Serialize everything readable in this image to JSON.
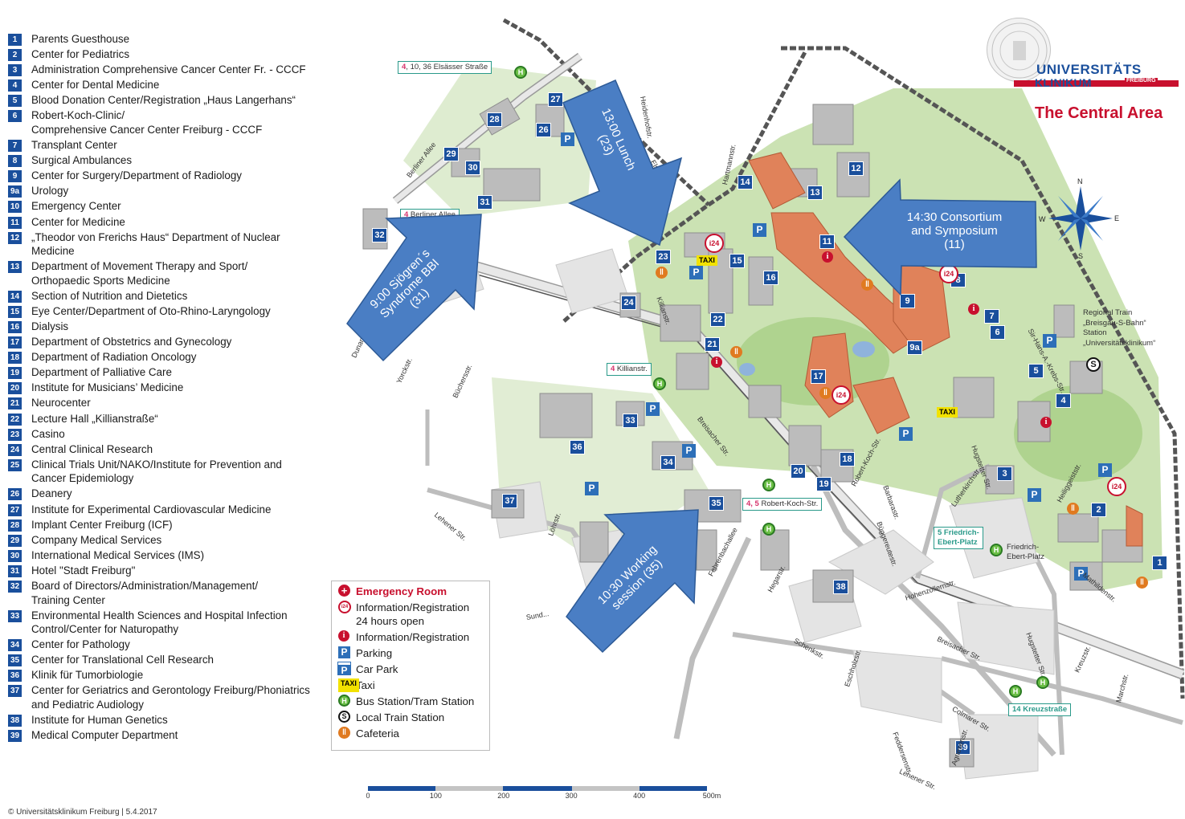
{
  "legend": [
    {
      "num": "1",
      "label": "Parents Guesthouse"
    },
    {
      "num": "2",
      "label": "Center for Pediatrics"
    },
    {
      "num": "3",
      "label": "Administration Comprehensive Cancer Center Fr. - CCCF"
    },
    {
      "num": "4",
      "label": "Center for Dental Medicine"
    },
    {
      "num": "5",
      "label": "Blood Donation Center/Registration „Haus Langerhans“"
    },
    {
      "num": "6",
      "label": "Robert-Koch-Clinic/",
      "label2": "Comprehensive Cancer Center Freiburg - CCCF"
    },
    {
      "num": "7",
      "label": "Transplant Center"
    },
    {
      "num": "8",
      "label": "Surgical Ambulances"
    },
    {
      "num": "9",
      "label": "Center for Surgery/Department of Radiology"
    },
    {
      "num": "9a",
      "label": "Urology"
    },
    {
      "num": "10",
      "label": "Emergency Center"
    },
    {
      "num": "11",
      "label": "Center for Medicine"
    },
    {
      "num": "12",
      "label": "„Theodor von Frerichs Haus“ Department of Nuclear",
      "label2": "Medicine"
    },
    {
      "num": "13",
      "label": "Department of Movement Therapy and Sport/",
      "label2": "Orthopaedic Sports Medicine"
    },
    {
      "num": "14",
      "label": "Section of Nutrition and Dietetics"
    },
    {
      "num": "15",
      "label": "Eye Center/Department of Oto-Rhino-Laryngology"
    },
    {
      "num": "16",
      "label": "Dialysis"
    },
    {
      "num": "17",
      "label": "Department of Obstetrics and Gynecology"
    },
    {
      "num": "18",
      "label": "Department of Radiation Oncology"
    },
    {
      "num": "19",
      "label": "Department of Palliative Care"
    },
    {
      "num": "20",
      "label": "Institute for Musicians’ Medicine"
    },
    {
      "num": "21",
      "label": "Neurocenter"
    },
    {
      "num": "22",
      "label": "Lecture Hall „Killianstraße“"
    },
    {
      "num": "23",
      "label": "Casino"
    },
    {
      "num": "24",
      "label": "Central Clinical Research"
    },
    {
      "num": "25",
      "label": "Clinical Trials Unit/NAKO/Institute for Prevention and",
      "label2": "Cancer Epidemiology"
    },
    {
      "num": "26",
      "label": "Deanery"
    },
    {
      "num": "27",
      "label": "Institute for Experimental Cardiovascular Medicine"
    },
    {
      "num": "28",
      "label": "Implant Center Freiburg (ICF)"
    },
    {
      "num": "29",
      "label": "Company Medical Services"
    },
    {
      "num": "30",
      "label": "International Medical Services (IMS)"
    },
    {
      "num": "31",
      "label": "Hotel \"Stadt Freiburg\""
    },
    {
      "num": "32",
      "label": "Board of Directors/Administration/Management/",
      "label2": "Training Center"
    },
    {
      "num": "33",
      "label": "Environmental Health Sciences and Hospital Infection",
      "label2": "Control/Center for Naturopathy"
    },
    {
      "num": "34",
      "label": "Center for Pathology"
    },
    {
      "num": "35",
      "label": "Center for Translational Cell Research"
    },
    {
      "num": "36",
      "label": "Klinik für Tumorbiologie"
    },
    {
      "num": "37",
      "label": "Center for Geriatrics and Gerontology Freiburg/Phoniatrics",
      "label2": "and Pediatric Audiology"
    },
    {
      "num": "38",
      "label": "Institute for Human Genetics"
    },
    {
      "num": "39",
      "label": "Medical Computer Department"
    }
  ],
  "copyright": "© Universitätsklinikum Freiburg | 5.4.2017",
  "logo": {
    "line1": "UNIVERSITÄTS",
    "line2": "KLINIKUM",
    "line3": "FREIBURG",
    "area_title": "The Central Area"
  },
  "compass": {
    "n": "N",
    "e": "E",
    "s": "S",
    "w": "W"
  },
  "regional_train": {
    "line1": "Regional Train",
    "line2": "„Breisgau-S-Bahn“",
    "line3": "Station",
    "line4": "„Universitätsklinikum“",
    "symbol": "S"
  },
  "annotations": {
    "lunch": {
      "line1": "13:00 Lunch",
      "line2": "(23)"
    },
    "consortium": {
      "line1": "14:30 Consortium",
      "line2": "and Symposium",
      "line3": "(11)"
    },
    "sjogren": {
      "line1": "9:00 Sjögren´s",
      "line2": "Syndrome BBI",
      "line3": "(31)"
    },
    "working": {
      "line1": "10:30 Working",
      "line2": "session (35)"
    }
  },
  "stops": {
    "elsasser": {
      "lines": "4",
      "lines2": ", 10, 36",
      "name": " Elsässer Straße"
    },
    "berliner": {
      "lines": "4",
      "name": " Berliner Allee"
    },
    "killian": {
      "lines": "4",
      "name": " Killianstr."
    },
    "robert_koch": {
      "lines": "4, 5",
      "name": " Robert-Koch-Str."
    },
    "friedrich_ebert": {
      "lines": "5",
      "name": " Friedrich-",
      "name2": "Ebert-Platz"
    },
    "friedrich_ebert_h": {
      "name": "Friedrich-",
      "name2": "Ebert-Platz"
    },
    "kreuz": {
      "lines": "14",
      "name": " Kreuzstraße"
    }
  },
  "streets": {
    "berliner_allee": "Berliner Allee",
    "heidenhofstr": "Heidenhofstr.",
    "elsasser": "Elsässer Str.",
    "hartmannstr": "Hartmannstr.",
    "breisacher_top": "...acher Str.",
    "killianstr": "Killianstr.",
    "dunantstr": "Dunan...",
    "yorckstr": "Yorckstr.",
    "buchersstr": "Büchersstr.",
    "breisacher_mid": "Breisacher Str.",
    "robert_koch_str": "Robert-Koch-Str.",
    "sthans": "Sir-Hans-A.-Krebs-Str.",
    "hugstetter1": "Hugstetter Str.",
    "lutherkirchstr": "Lutherkirchstr.",
    "barbarastr": "Barbarastr.",
    "buggereutestr": "Büggereutestr.",
    "hohenzollernstr": "Hohenzollernstr.",
    "heiliggeiststr": "Heiliggeiststr.",
    "mathildenstr": "Mathildenstr.",
    "lehener1": "Lehener Str.",
    "lohrstr": "Löhrstr.",
    "sund": "Sund...",
    "fehrenbachallee": "Fehrenbachallee",
    "hegarstr": "Hegarstr.",
    "schenkstr": "Schenkstr.",
    "eschholzstr": "Eschholzstr.",
    "breisacher_low": "Breisacher Str.",
    "hugstetter2": "Hugstetter Str.",
    "kreuzstr": "Kreuzstr.",
    "marchstr": "Marchstr.",
    "colmarer": "Colmarer Str.",
    "feddersen": "Feddersenstr.",
    "lehener2": "Lehener Str.",
    "agnesenstr": "Agnesenstr."
  },
  "map_legend": [
    {
      "icon": "emergency",
      "label": "Emergency Room",
      "emph": true
    },
    {
      "icon": "info24",
      "label": "Information/Registration",
      "label2": "24 hours open"
    },
    {
      "icon": "info",
      "label": "Information/Registration"
    },
    {
      "icon": "parking",
      "label": "Parking"
    },
    {
      "icon": "carpark",
      "label": "Car Park"
    },
    {
      "icon": "taxi",
      "label": "Taxi"
    },
    {
      "icon": "bus",
      "label": "Bus Station/Tram Station"
    },
    {
      "icon": "train",
      "label": "Local Train Station"
    },
    {
      "icon": "cafe",
      "label": "Cafeteria"
    }
  ],
  "scale": [
    "0",
    "100",
    "200",
    "300",
    "400",
    "500m"
  ],
  "icon_text": {
    "taxi": "TAXI",
    "parking": "P",
    "bus": "H",
    "info": "i",
    "i24": "i24",
    "cafe": "‖"
  },
  "colors": {
    "building_blue": "#1a4f9c",
    "arrow_blue": "#4a7ec4",
    "emergency_red": "#c8102e",
    "campus_green": "#b9d89a",
    "clinic_orange": "#e0825a"
  }
}
